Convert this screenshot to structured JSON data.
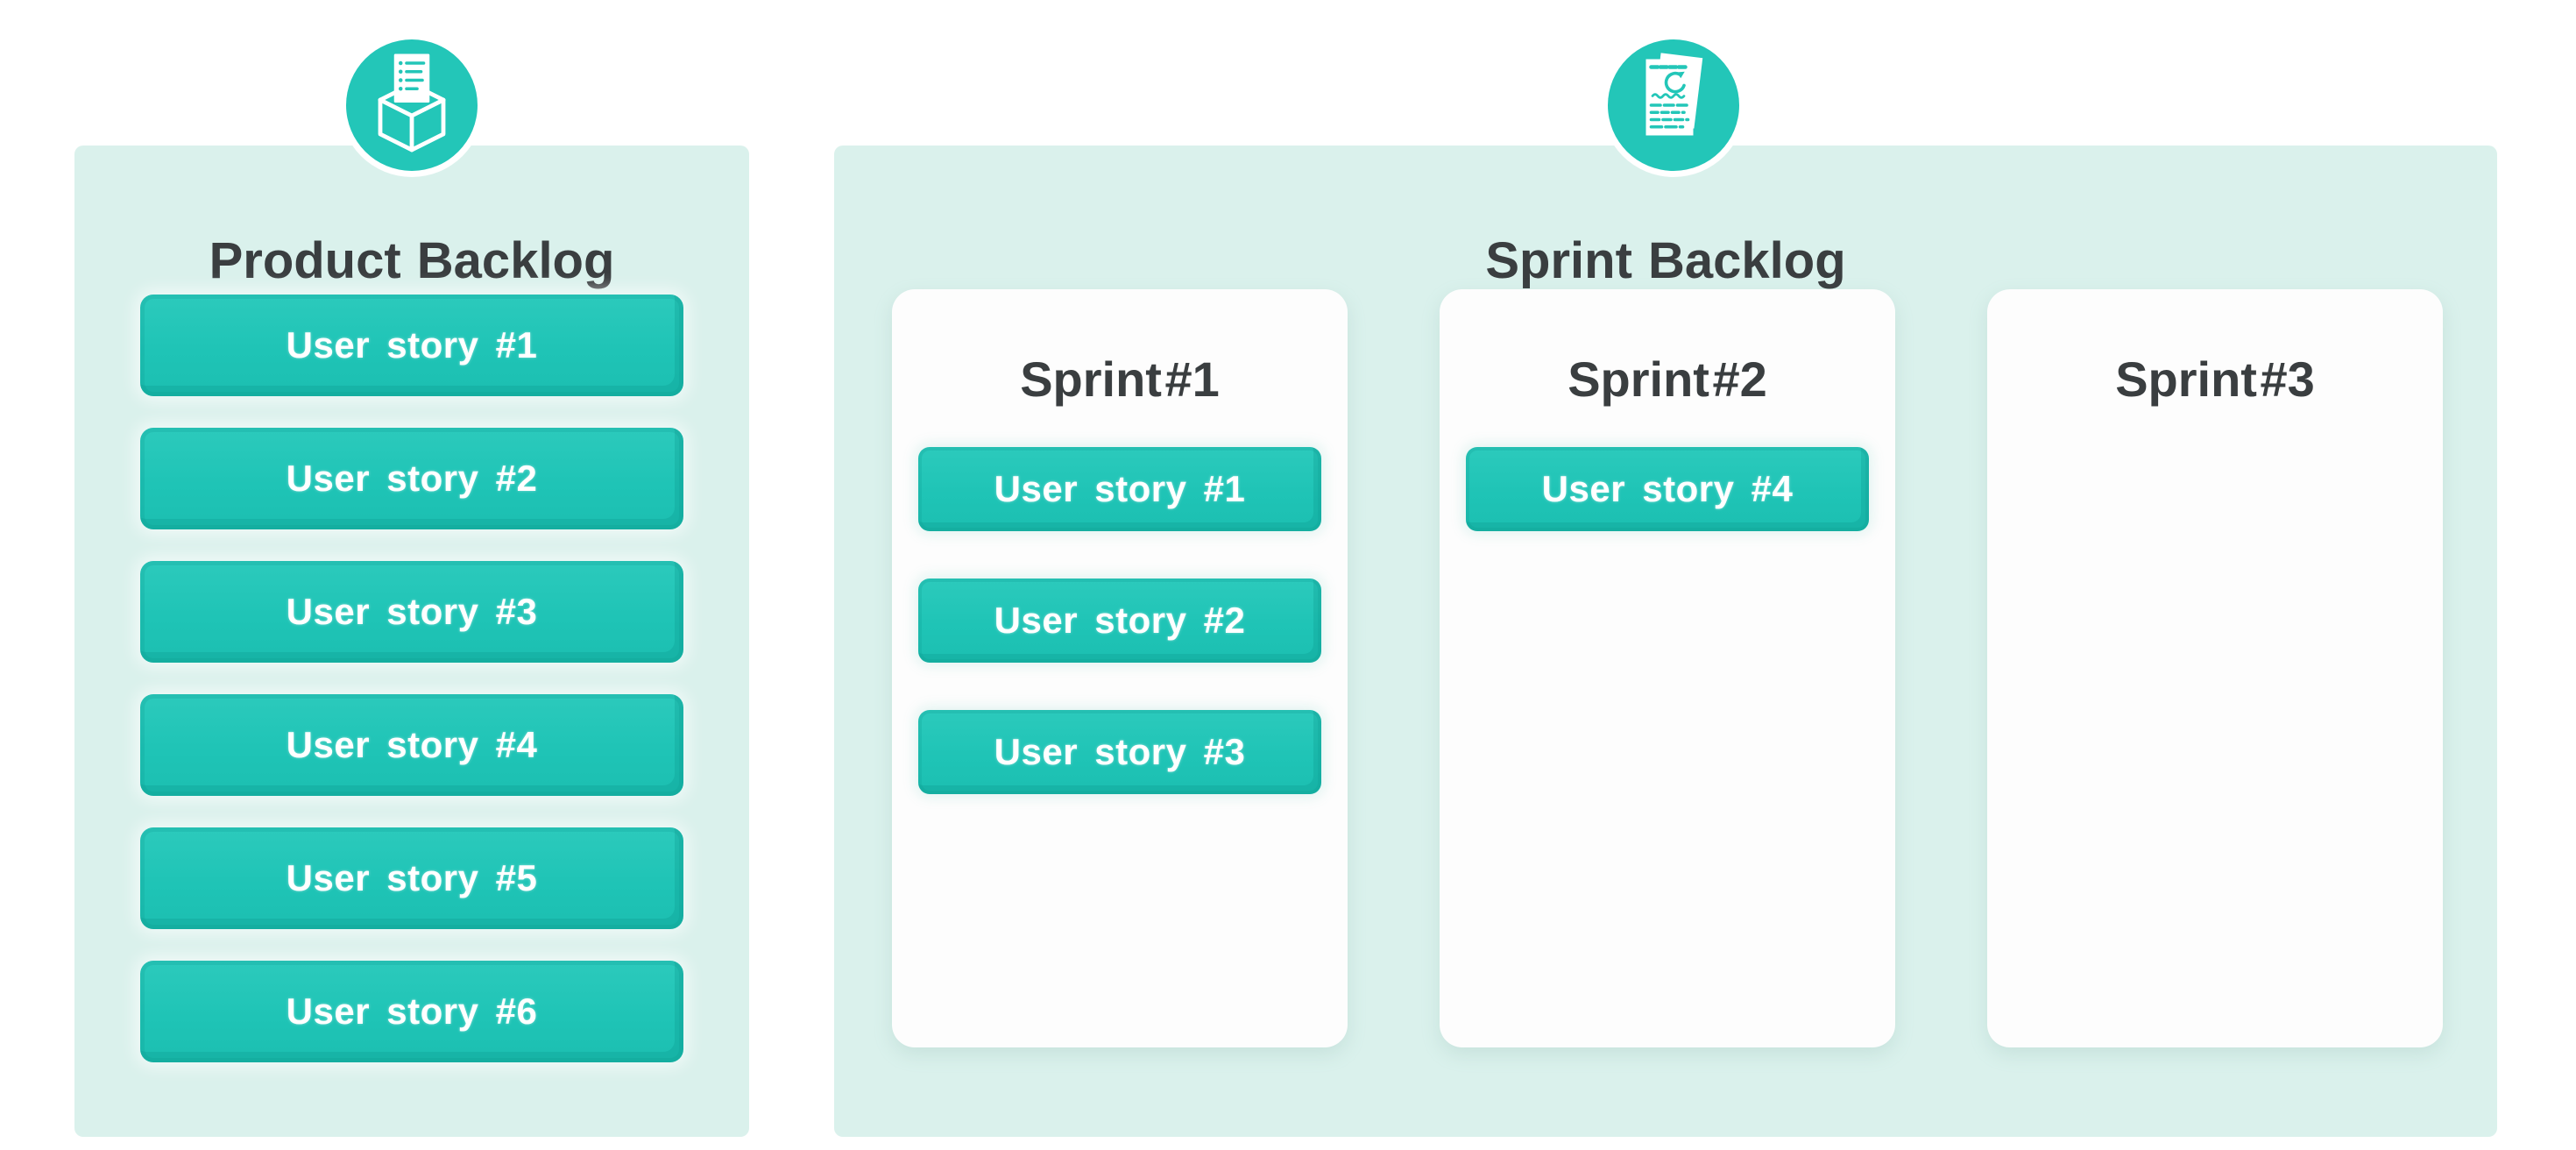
{
  "palette": {
    "accent_teal": "#23c6b8",
    "accent_teal_dark": "#0fb2a5",
    "panel_mint": "#daf1ec",
    "column_white": "#fdfdfd",
    "heading_text": "#3a3e40",
    "story_text": "#ffffff"
  },
  "product_backlog": {
    "title": "Product Backlog",
    "icon": "open-box-document-icon",
    "stories": [
      "User story #1",
      "User story #2",
      "User story #3",
      "User story #4",
      "User story #5",
      "User story #6"
    ]
  },
  "sprint_backlog": {
    "title": "Sprint Backlog",
    "icon": "document-refresh-icon",
    "sprints": [
      {
        "title": "Sprint #1",
        "stories": [
          "User story #1",
          "User story #2",
          "User story #3"
        ]
      },
      {
        "title": "Sprint #2",
        "stories": [
          "User story #4"
        ]
      },
      {
        "title": "Sprint #3",
        "stories": []
      }
    ]
  }
}
